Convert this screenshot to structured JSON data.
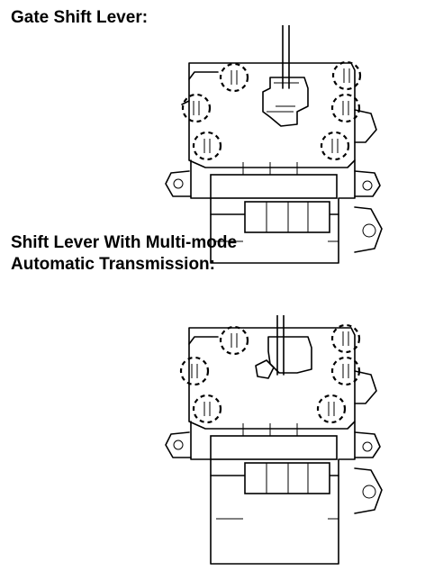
{
  "captions": {
    "gate": "Gate Shift Lever:",
    "multimode_line1": "Shift Lever With Multi-mode",
    "multimode_line2": "Automatic Transmission:"
  },
  "colors": {
    "line": "#000000",
    "background": "#ffffff"
  },
  "figures": [
    {
      "name": "gate-shift-lever-diagram",
      "clip_count": 6
    },
    {
      "name": "multimode-shift-lever-diagram",
      "clip_count": 6
    }
  ]
}
